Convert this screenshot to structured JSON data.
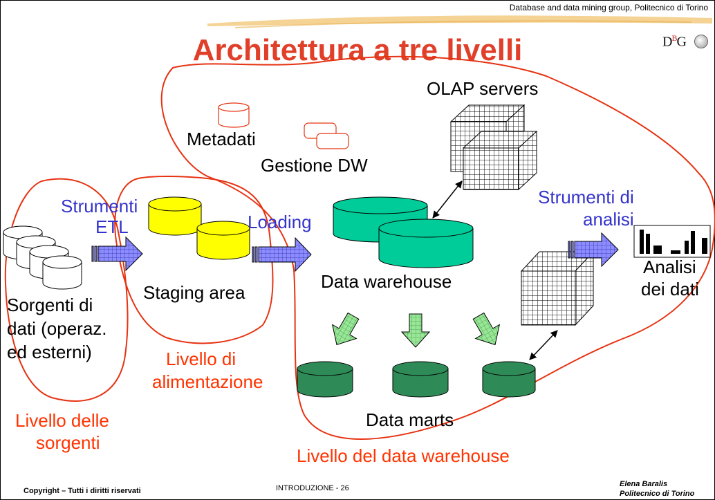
{
  "header": {
    "org": "Database and data mining group, Politecnico di Torino",
    "logo_text": "DBG"
  },
  "title": "Architettura a tre livelli",
  "labels": {
    "olap_servers": "OLAP servers",
    "metadati": "Metadati",
    "gestione_dw": "Gestione DW",
    "strumenti_etl_1": "Strumenti",
    "strumenti_etl_2": "ETL",
    "loading": "Loading",
    "strumenti_analisi_1": "Strumenti di",
    "strumenti_analisi_2": "analisi",
    "analisi_dati_1": "Analisi",
    "analisi_dati_2": "dei dati",
    "staging_area": "Staging area",
    "data_warehouse": "Data warehouse",
    "sorgenti_1": "Sorgenti di",
    "sorgenti_2": "dati (operaz.",
    "sorgenti_3": "ed esterni)",
    "data_marts": "Data marts"
  },
  "levels": {
    "alimentazione_1": "Livello di",
    "alimentazione_2": "alimentazione",
    "sorgenti_1": "Livello delle",
    "sorgenti_2": "sorgenti",
    "warehouse": "Livello del data warehouse"
  },
  "footer": {
    "copyright": "Copyright – Tutti i diritti riservati",
    "page": "INTRODUZIONE - 26",
    "author_1": "Elena Baralis",
    "author_2": "Politecnico di Torino"
  },
  "colors": {
    "title": "#e0402a",
    "level_label": "#ff3300",
    "tool_label": "#3333cc",
    "region_outline": "#e63312",
    "staging_db": "#ffff00",
    "warehouse_db": "#00cc99",
    "mart_db": "#2e8b57",
    "arrow_blue": "#8080ff",
    "arrow_green": "#90e090"
  }
}
